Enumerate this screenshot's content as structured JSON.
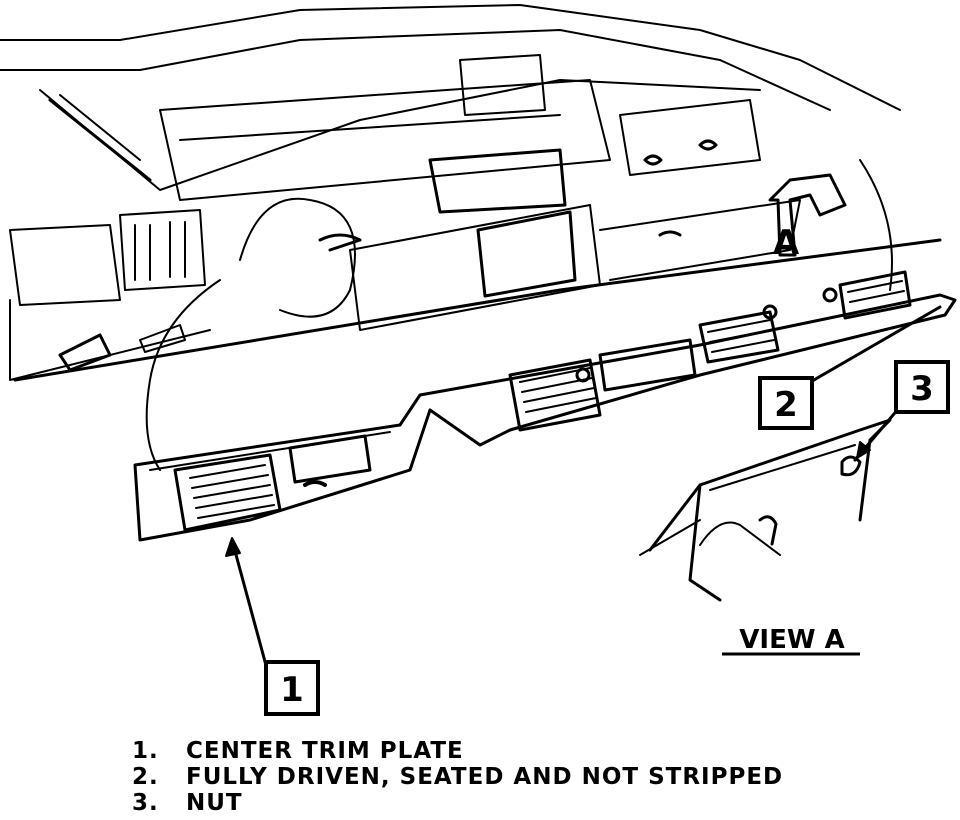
{
  "callouts": [
    {
      "number": "1"
    },
    {
      "number": "2"
    },
    {
      "number": "3"
    }
  ],
  "view_label": "VIEW A",
  "view_arrow_letter": "A",
  "legend": [
    {
      "number": "1.",
      "text": "CENTER TRIM PLATE"
    },
    {
      "number": "2.",
      "text": "FULLY DRIVEN, SEATED AND NOT STRIPPED"
    },
    {
      "number": "3.",
      "text": "NUT"
    }
  ]
}
